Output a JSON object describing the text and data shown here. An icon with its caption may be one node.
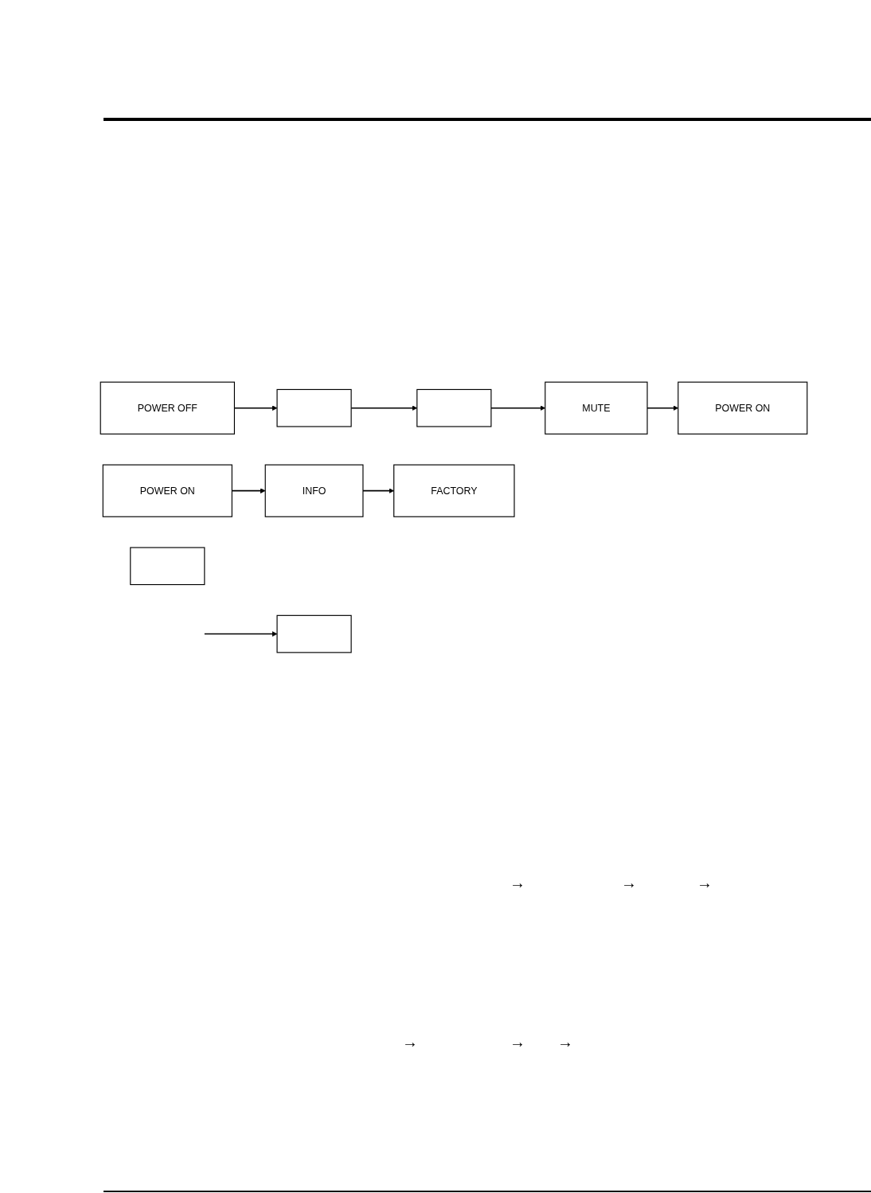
{
  "diagram": {
    "nodes": [
      {
        "text": [
          "POWER OFF"
        ]
      },
      {
        "text": [],
        "shape": "box"
      },
      {
        "text": [],
        "shape": "box"
      },
      {
        "text": [
          "MUTE"
        ]
      },
      {
        "text": [
          "POWER ON"
        ]
      },
      {
        "text": [
          "POWER ON"
        ]
      },
      {
        "text": [
          "INFO"
        ]
      },
      {
        "text": [
          "FACTORY"
        ]
      },
      {
        "text": [],
        "shape": "box"
      },
      {
        "text": [],
        "shape": "box"
      }
    ],
    "edges": [
      {
        "from": 0,
        "to": 1,
        "arrow": "to"
      },
      {
        "from": 1,
        "to": 2,
        "arrow": "to"
      },
      {
        "from": 2,
        "to": 3,
        "arrow": "to"
      },
      {
        "from": 3,
        "to": 4,
        "arrow": "to"
      },
      {
        "from": 5,
        "to": 6,
        "arrow": "to"
      },
      {
        "from": 6,
        "to": 7,
        "arrow": "to"
      },
      {
        "from": null,
        "to": 9,
        "arrow": "to"
      }
    ],
    "labels": [
      "→",
      "→",
      "→",
      "→",
      "→",
      "→"
    ]
  }
}
